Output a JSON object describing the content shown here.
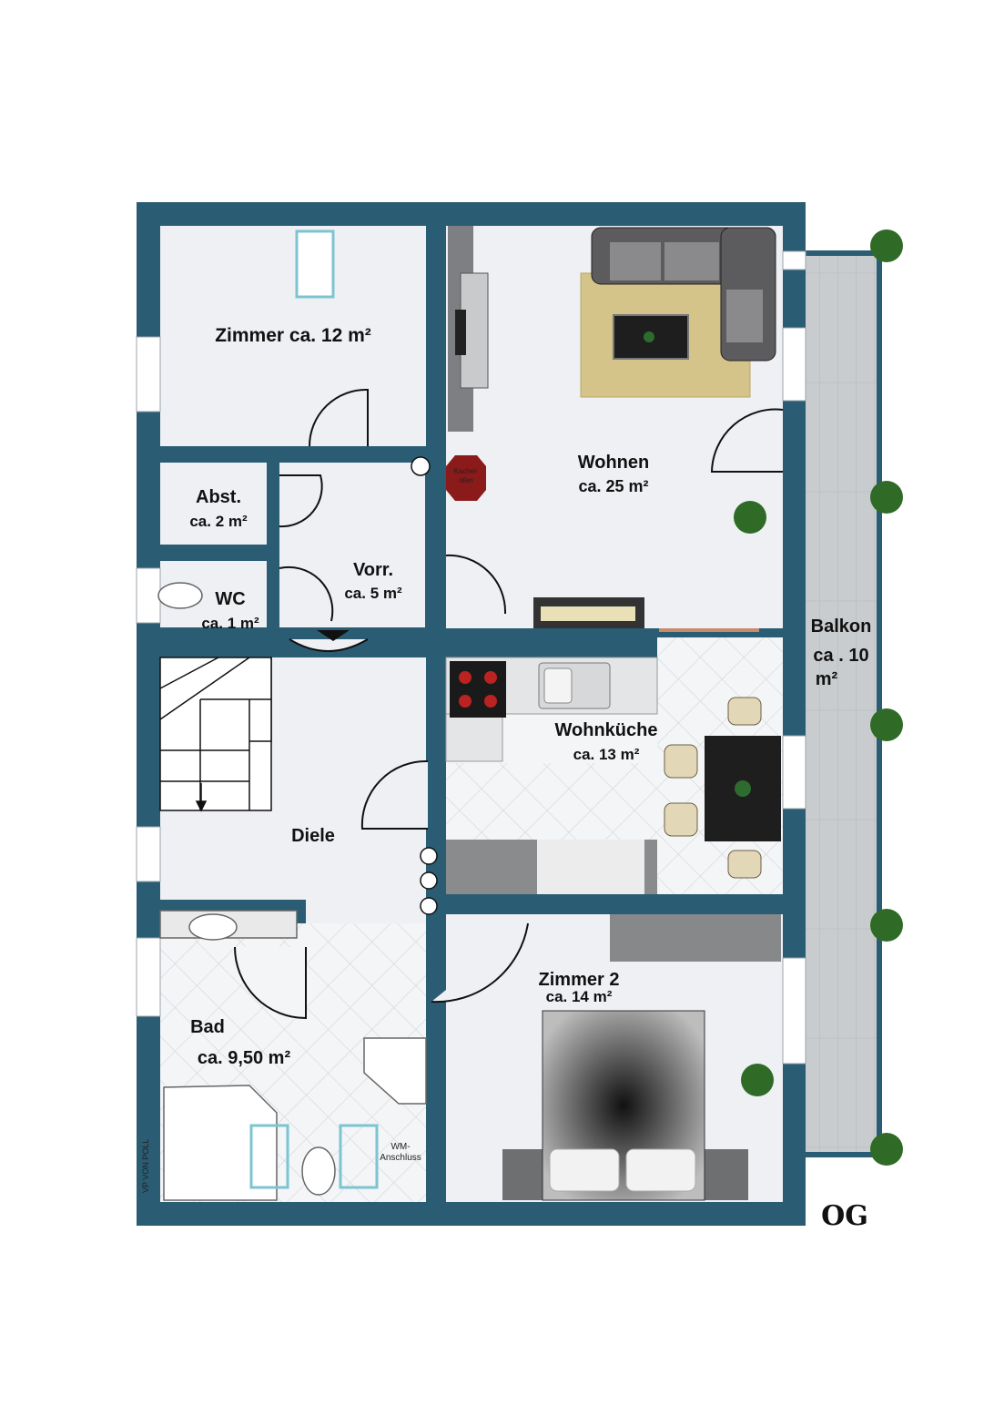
{
  "floor": "OG",
  "stove_label": [
    "Kachel-",
    "ofen"
  ],
  "wm_label": [
    "WM-",
    "Anschluss"
  ],
  "watermark": "VP VON POLL",
  "colors": {
    "wall": "#2a5c73",
    "floor": "#eef0f4",
    "balcony": "#c9ccce",
    "stove": "#8b1a1a"
  },
  "rooms": [
    {
      "name": "Zimmer ca. 12 m²",
      "area": ""
    },
    {
      "name": "Wohnen",
      "area": "ca. 25 m²"
    },
    {
      "name": "Abst.",
      "area": "ca. 2 m²"
    },
    {
      "name": "Vorr.",
      "area": "ca. 5 m²"
    },
    {
      "name": "WC",
      "area": "ca. 1 m²"
    },
    {
      "name": "Balkon",
      "area": "ca . 10",
      "area2": "m²"
    },
    {
      "name": "Wohnküche",
      "area": "ca. 13 m²"
    },
    {
      "name": "Diele",
      "area": ""
    },
    {
      "name": "Zimmer 2",
      "area": "ca. 14 m²"
    },
    {
      "name": "Bad",
      "area": "ca. 9,50 m²"
    }
  ]
}
